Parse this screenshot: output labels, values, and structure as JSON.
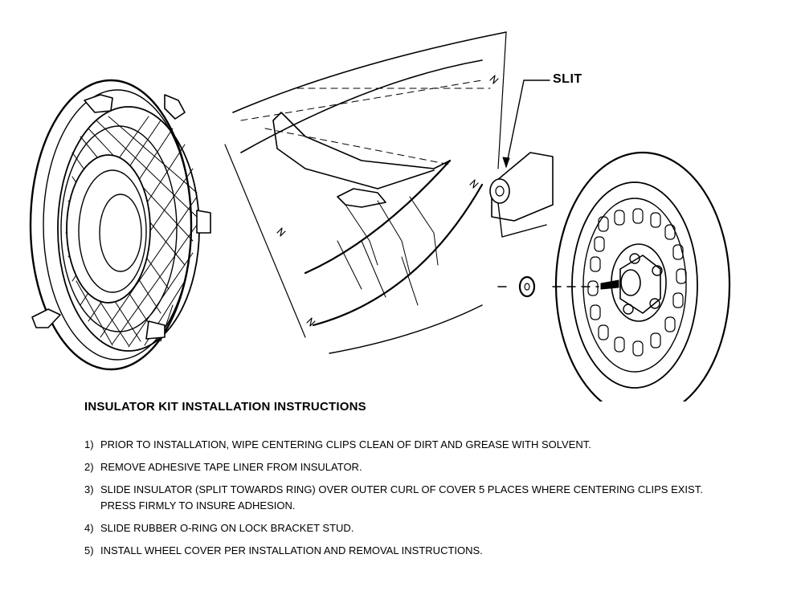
{
  "callout": {
    "label": "SLIT"
  },
  "instructions": {
    "title": "INSULATOR KIT INSTALLATION INSTRUCTIONS",
    "steps": [
      {
        "number": "1)",
        "text": "PRIOR TO INSTALLATION, WIPE CENTERING CLIPS CLEAN OF DIRT AND GREASE WITH SOLVENT."
      },
      {
        "number": "2)",
        "text": "REMOVE ADHESIVE TAPE LINER FROM INSULATOR."
      },
      {
        "number": "3)",
        "text": "SLIDE INSULATOR (SPLIT TOWARDS RING) OVER OUTER CURL OF COVER 5 PLACES WHERE CENTERING CLIPS EXIST. PRESS FIRMLY TO INSURE ADHESION."
      },
      {
        "number": "4)",
        "text": "SLIDE RUBBER O-RING ON LOCK BRACKET STUD."
      },
      {
        "number": "5)",
        "text": "INSTALL WHEEL COVER PER INSTALLATION AND REMOVAL INSTRUCTIONS."
      }
    ]
  },
  "colors": {
    "ink": "#000000",
    "paper": "#ffffff"
  }
}
